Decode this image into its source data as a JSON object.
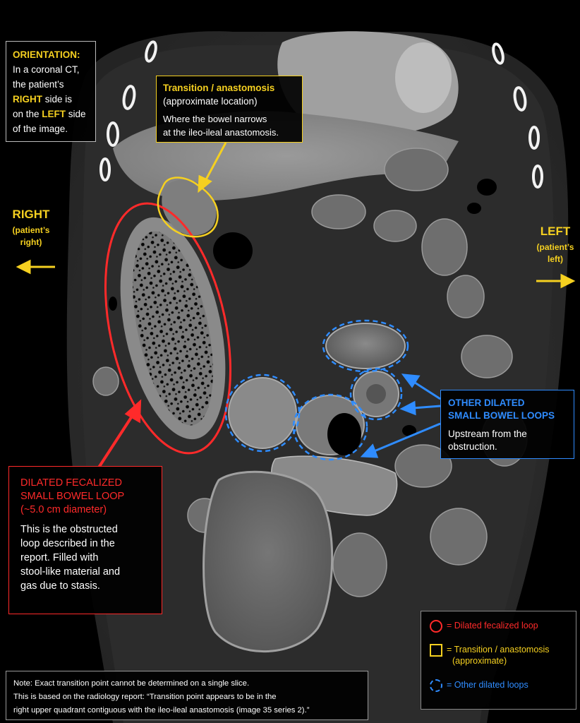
{
  "image": {
    "description_icon": "coronal-ct-abdomen",
    "annotation_colors": {
      "red": "#ff2a2a",
      "yellow": "#f5d020",
      "blue": "#2f8cff"
    }
  },
  "orientation": {
    "heading": "ORIENTATION:",
    "line1": "In a coronal CT,",
    "line2": "the patient’s",
    "line3_strong": "RIGHT",
    "line3_rest": " side is",
    "line4_pre": "on the ",
    "line4_strong": "LEFT",
    "line4_rest": " side",
    "line5": "of the image."
  },
  "side_labels": {
    "right_title": "RIGHT",
    "right_sub1": "(patient’s",
    "right_sub2": "right)",
    "left_title": "LEFT",
    "left_sub1": "(patient’s",
    "left_sub2": "left)"
  },
  "transition_callout": {
    "title": "Transition / anastomosis",
    "subtitle": "(approximate location)",
    "desc1": "Where the bowel narrows",
    "desc2": "at the ileo-ileal anastomosis."
  },
  "dilated_callout": {
    "title1": "DILATED FECALIZED",
    "title2": "SMALL BOWEL LOOP",
    "subtitle": "(~5.0 cm diameter)",
    "desc1": "This is the obstructed",
    "desc2": "loop described in the",
    "desc3": "report. Filled with",
    "desc4": "stool-like material and",
    "desc5": "gas due to stasis."
  },
  "other_callout": {
    "title1": "OTHER DILATED",
    "title2": "SMALL BOWEL LOOPS",
    "desc1": "Upstream from the",
    "desc2": "obstruction."
  },
  "legend": {
    "item1": "= Dilated fecalized loop",
    "item2a": "= Transition / anastomosis",
    "item2b": "(approximate)",
    "item3": "= Other dilated loops"
  },
  "note": {
    "line1": "Note: Exact transition point cannot be determined on a single slice.",
    "line2": "This is based on the radiology report: “Transition point appears to be in the",
    "line3": "right upper quadrant contiguous with the ileo-ileal anastomosis  (image 35 series 2).”"
  }
}
